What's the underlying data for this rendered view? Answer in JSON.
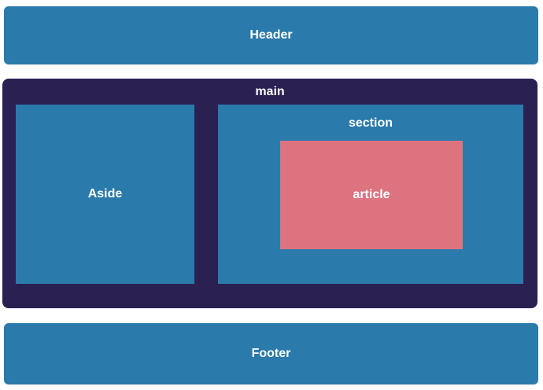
{
  "diagram": {
    "title": "semantic-html-layout-diagram",
    "labels": {
      "header": "Header",
      "main": "main",
      "aside": "Aside",
      "section": "section",
      "article": "article",
      "footer": "Footer"
    }
  },
  "colors": {
    "blue": "#2a7aab",
    "navy": "#2a2152",
    "salmon": "#dc737f",
    "text": "#ffffff",
    "page-bg": "#ffffff"
  }
}
